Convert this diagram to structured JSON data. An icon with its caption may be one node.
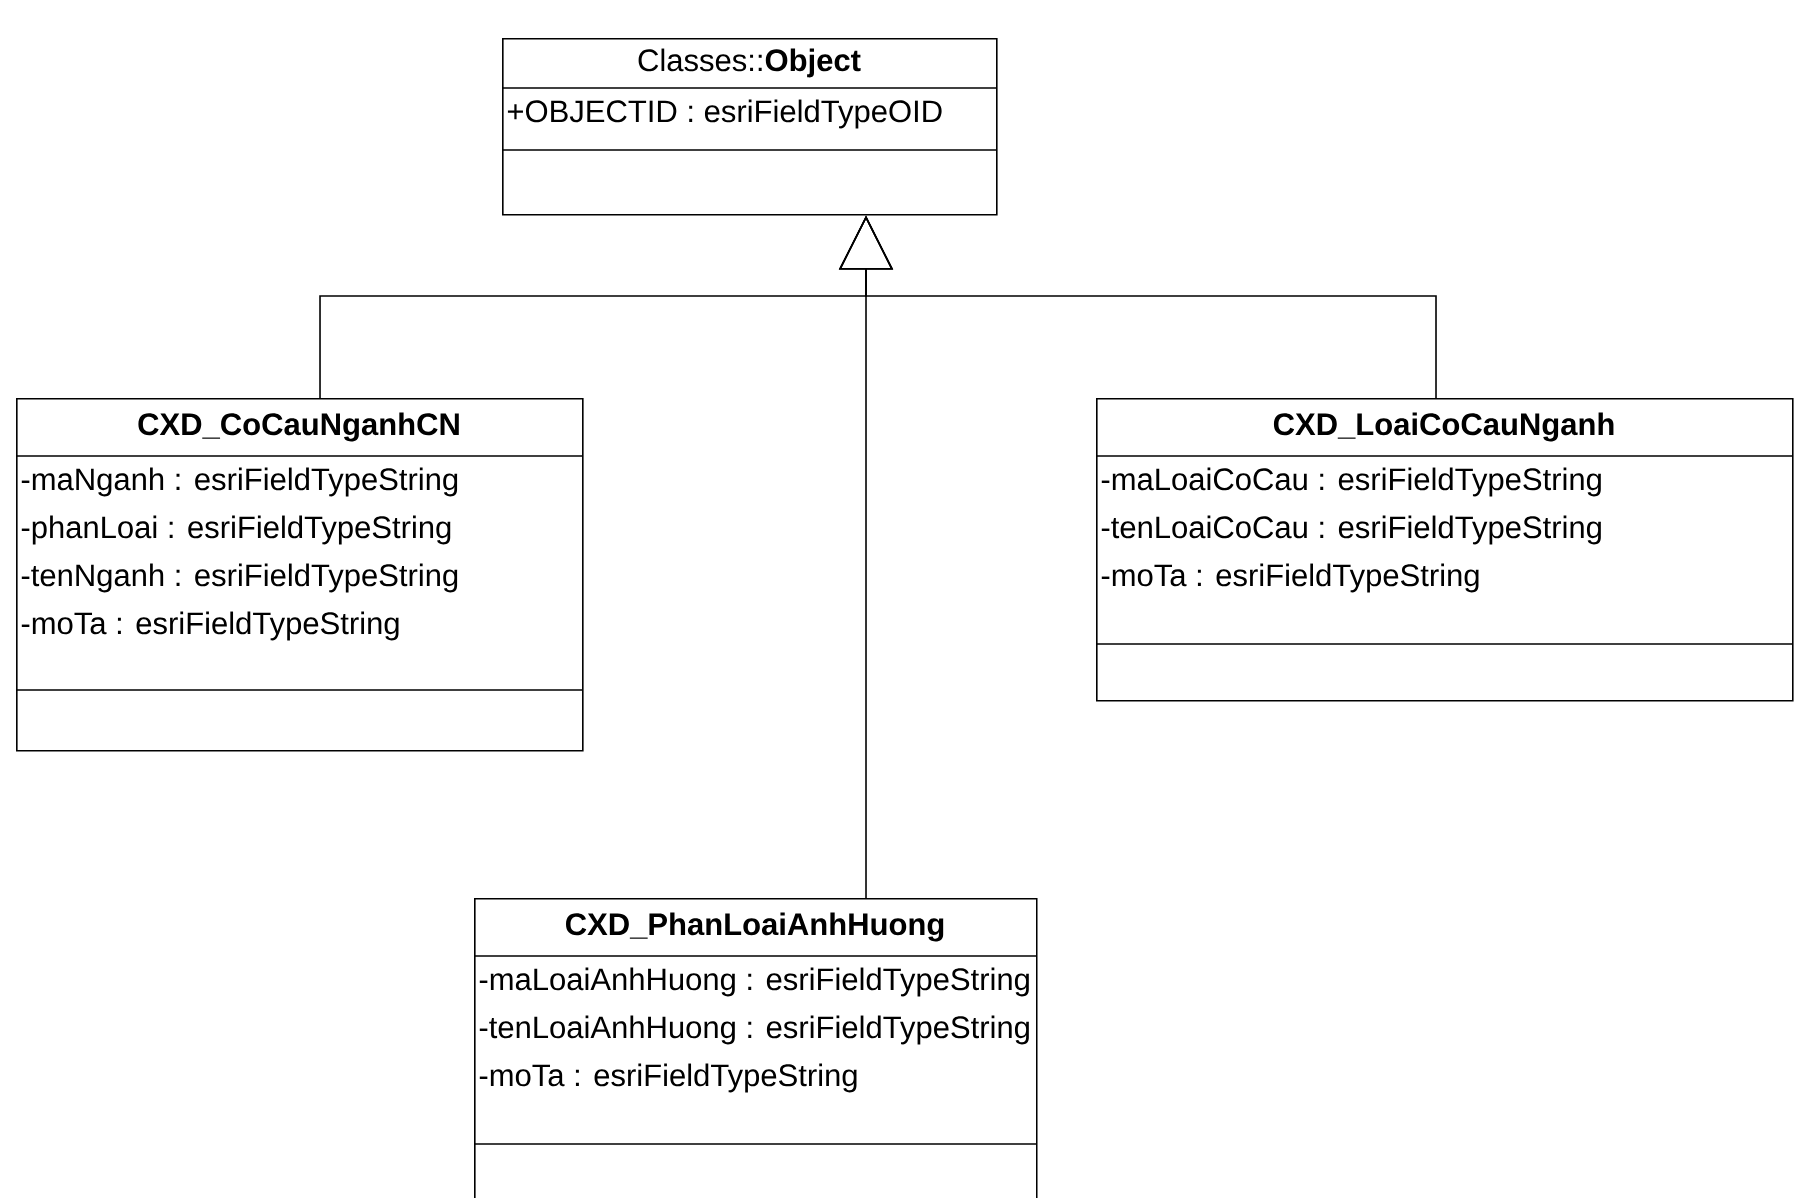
{
  "diagram": {
    "nodes": [
      {
        "text": [
          "Classes::**Object**",
          "+OBJECTID : esriFieldTypeOID"
        ]
      },
      {
        "text": [
          "CXD_CoCauNganhCN",
          "-maNganh : esriFieldTypeString",
          "-phanLoai : esriFieldTypeString",
          "-tenNganh : esriFieldTypeString",
          "-moTa : esriFieldTypeString"
        ]
      },
      {
        "text": [
          "CXD_LoaiCoCauNganh",
          "-maLoaiCoCau : esriFieldTypeString",
          "-tenLoaiCoCau : esriFieldTypeString",
          "-moTa : esriFieldTypeString"
        ]
      },
      {
        "text": [
          "CXD_PhanLoaiAnhHuong",
          "-maLoaiAnhHuong : esriFieldTypeString",
          "-tenLoaiAnhHuong : esriFieldTypeString",
          "-moTa : esriFieldTypeString"
        ]
      }
    ],
    "edges": [
      {
        "from": 1,
        "to": 0,
        "arrow": "to"
      },
      {
        "from": 2,
        "to": 0,
        "arrow": "to"
      },
      {
        "from": 3,
        "to": 0,
        "arrow": "to"
      }
    ]
  }
}
